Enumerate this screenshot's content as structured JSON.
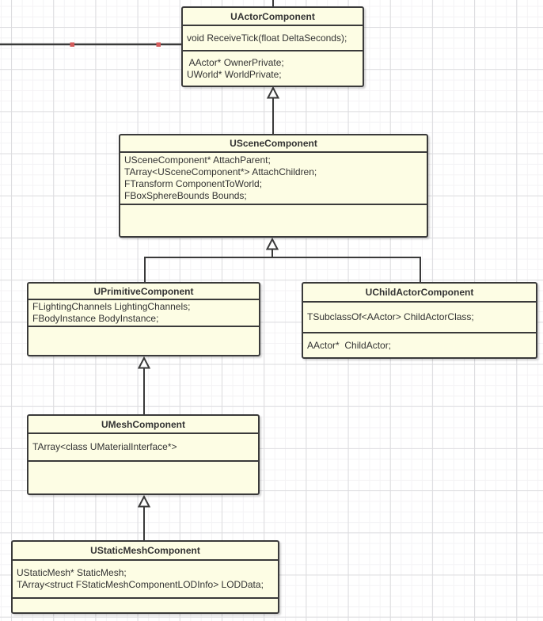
{
  "canvas": {
    "kind": "diagram-grid-canvas",
    "grid": "on"
  },
  "colors": {
    "canvas_background": "#ffffff",
    "grid_minor": "#f4f3f5",
    "grid_major": "#dcdcdf",
    "shape_fill": "#fdfde4",
    "shape_border": "#3a3a3a",
    "connector": "#3a3a3a",
    "arrowhead_fill": "#ffffff",
    "waypoint": "#d45b5b",
    "text": "#333333"
  },
  "classes": [
    {
      "title": "UActorComponent",
      "sections": [
        [
          "void ReceiveTick(float DeltaSeconds);"
        ],
        [
          " AActor* OwnerPrivate;",
          "UWorld* WorldPrivate;"
        ]
      ]
    },
    {
      "title": "USceneComponent",
      "sections": [
        [
          "USceneComponent* AttachParent;",
          "TArray<USceneComponent*> AttachChildren;",
          "FTransform ComponentToWorld;",
          "FBoxSphereBounds Bounds;"
        ],
        []
      ]
    },
    {
      "title": "UPrimitiveComponent",
      "sections": [
        [
          "FLightingChannels LightingChannels;",
          "FBodyInstance BodyInstance;"
        ],
        []
      ]
    },
    {
      "title": "UChildActorComponent",
      "sections": [
        [
          "TSubclassOf<AActor> ChildActorClass;"
        ],
        [
          "AActor*  ChildActor;"
        ]
      ]
    },
    {
      "title": "UMeshComponent",
      "sections": [
        [
          "TArray<class UMaterialInterface*>"
        ],
        []
      ]
    },
    {
      "title": "UStaticMeshComponent",
      "sections": [
        [
          "UStaticMesh* StaticMesh;",
          "TArray<struct FStaticMeshComponentLODInfo> LODData;"
        ],
        []
      ]
    }
  ],
  "relations": [
    {
      "from": "USceneComponent",
      "to": "UActorComponent",
      "type": "generalization"
    },
    {
      "from": "UPrimitiveComponent",
      "to": "USceneComponent",
      "type": "generalization"
    },
    {
      "from": "UChildActorComponent",
      "to": "USceneComponent",
      "type": "generalization"
    },
    {
      "from": "UMeshComponent",
      "to": "UPrimitiveComponent",
      "type": "generalization"
    },
    {
      "from": "UStaticMeshComponent",
      "to": "UMeshComponent",
      "type": "generalization"
    },
    {
      "from": "UActorComponent",
      "to": "off-canvas-top",
      "type": "edge-cut-off"
    },
    {
      "from": "off-canvas-left",
      "to": "UActorComponent",
      "type": "edge-cut-off",
      "waypoints": 2
    }
  ]
}
